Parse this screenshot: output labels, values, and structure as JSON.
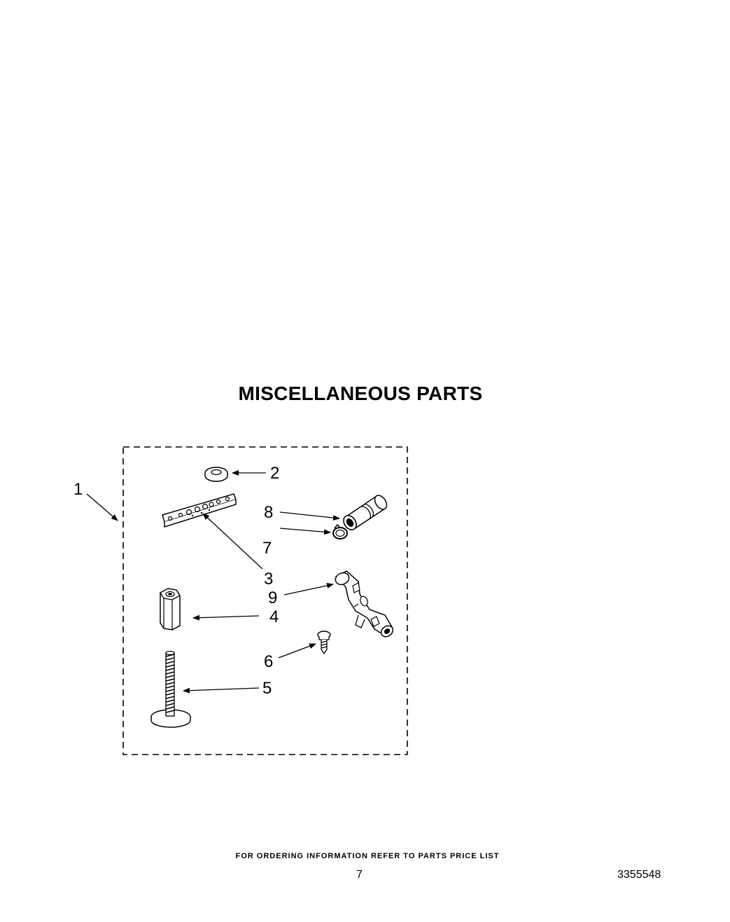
{
  "page": {
    "title": "MISCELLANEOUS PARTS",
    "footer_note": "FOR ORDERING INFORMATION REFER TO PARTS PRICE LIST",
    "page_number": "7",
    "document_number": "3355548"
  },
  "diagram": {
    "callouts": {
      "c1": "1",
      "c2": "2",
      "c3": "3",
      "c4": "4",
      "c5": "5",
      "c6": "6",
      "c7": "7",
      "c8": "8",
      "c9": "9"
    },
    "parts": [
      {
        "callout": "1",
        "icon": "kit-boundary"
      },
      {
        "callout": "2",
        "icon": "washer-icon"
      },
      {
        "callout": "3",
        "icon": "bracket-plate-icon"
      },
      {
        "callout": "4",
        "icon": "hex-nut-icon"
      },
      {
        "callout": "5",
        "icon": "leveling-leg-icon"
      },
      {
        "callout": "6",
        "icon": "screw-icon"
      },
      {
        "callout": "7",
        "icon": "clamp-icon"
      },
      {
        "callout": "8",
        "icon": "hose-connector-icon"
      },
      {
        "callout": "9",
        "icon": "drain-hose-guide-icon"
      }
    ]
  }
}
